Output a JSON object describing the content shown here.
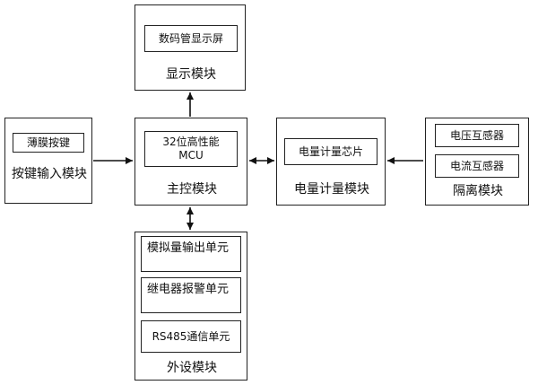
{
  "display_module": {
    "label": "显示模块",
    "inner": "数码管显示屏"
  },
  "key_input_module": {
    "label": "按键输入模块",
    "inner": "薄膜按键"
  },
  "main_control_module": {
    "label": "主控模块",
    "inner_line1": "32位高性能",
    "inner_line2": "MCU"
  },
  "energy_metering_module": {
    "label": "电量计量模块",
    "inner": "电量计量芯片"
  },
  "isolation_module": {
    "label": "隔离模块",
    "inner1": "电压互感器",
    "inner2": "电流互感器"
  },
  "peripheral_module": {
    "label": "外设模块",
    "inner1": "模拟量输出单元",
    "inner2": "继电器报警单元",
    "inner3": "RS485通信单元"
  }
}
